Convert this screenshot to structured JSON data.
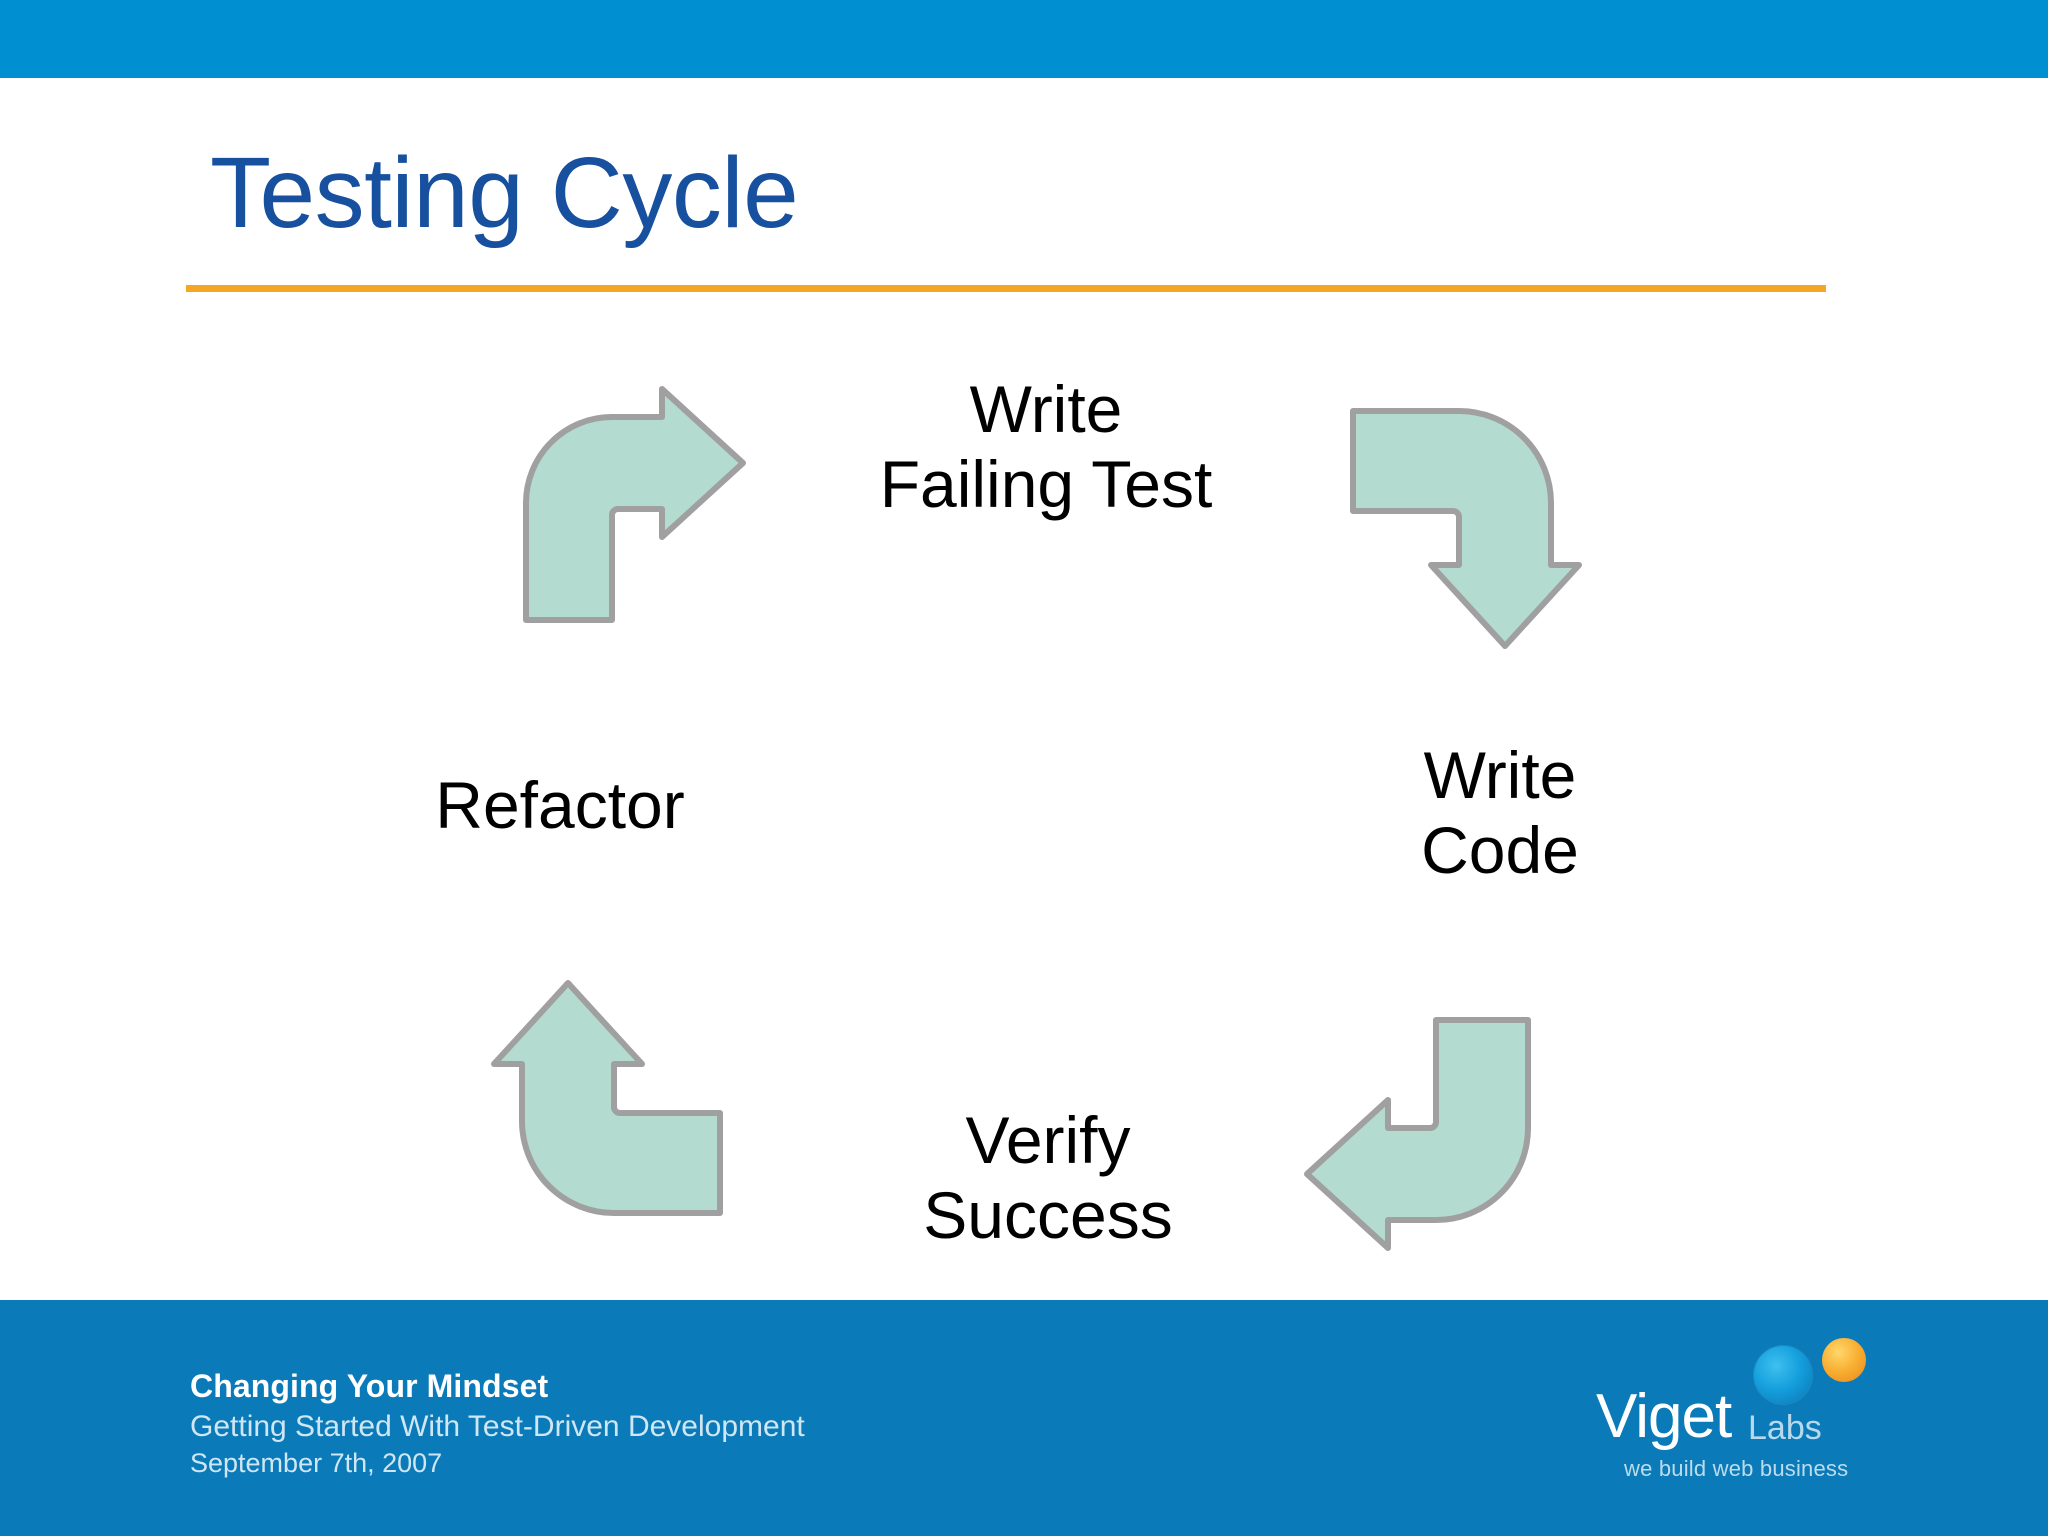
{
  "slide": {
    "title": "Testing Cycle",
    "title_color": "#16509e",
    "rule_color": "#f5a623",
    "top_band_color": "#0090d2",
    "bottom_band_color": "#0b7ab8",
    "background_color": "#ffffff"
  },
  "diagram": {
    "name": "testing-cycle",
    "arrow_fill": "#b4dbd0",
    "arrow_stroke": "#a0a0a0",
    "steps": [
      {
        "id": "write-failing-test",
        "label": "Write\nFailing Test",
        "position": "top"
      },
      {
        "id": "write-code",
        "label": "Write\nCode",
        "position": "right"
      },
      {
        "id": "verify-success",
        "label": "Verify\nSuccess",
        "position": "bottom"
      },
      {
        "id": "refactor",
        "label": "Refactor",
        "position": "left"
      }
    ],
    "arrows": [
      {
        "id": "arrow-top-left",
        "direction": "up-then-right",
        "from": "refactor",
        "to": "write-failing-test"
      },
      {
        "id": "arrow-top-right",
        "direction": "right-then-down",
        "from": "write-failing-test",
        "to": "write-code"
      },
      {
        "id": "arrow-bottom-right",
        "direction": "down-then-left",
        "from": "write-code",
        "to": "verify-success"
      },
      {
        "id": "arrow-bottom-left",
        "direction": "left-then-up",
        "from": "verify-success",
        "to": "refactor"
      }
    ]
  },
  "footer": {
    "title": "Changing Your Mindset",
    "subtitle": "Getting Started With Test-Driven Development",
    "date": "September 7th, 2007"
  },
  "logo": {
    "word": "Viget",
    "labs": "Labs",
    "tagline": "we build web business",
    "dot_blue_color": "#15a0dd",
    "dot_orange_color": "#f8ad31"
  }
}
